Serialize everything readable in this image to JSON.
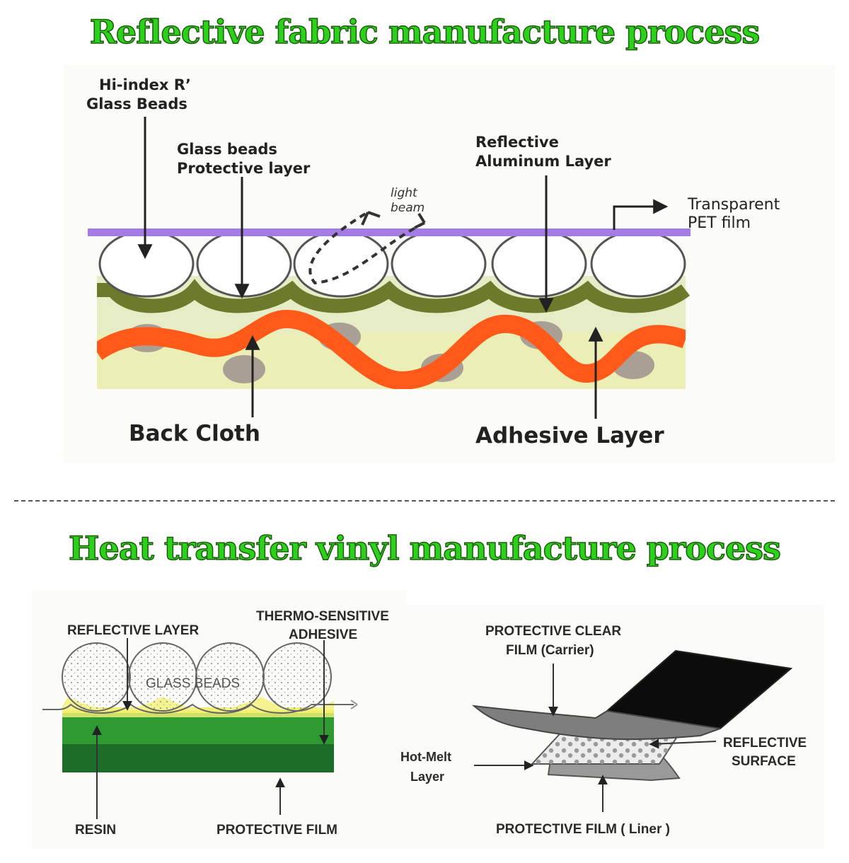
{
  "titles": {
    "reflective_fabric": "Reflective fabric manufacture process",
    "heat_transfer_vinyl": "Heat transfer vinyl manufacture process"
  },
  "diagram1": {
    "hi_index_line1": "Hi-index R’",
    "hi_index_line2": "Glass Beads",
    "protective_line1": "Glass beads",
    "protective_line2": "Protective layer",
    "light_line1": "light",
    "light_line2": "beam",
    "aluminum_line1": "Reflective",
    "aluminum_line2": "Aluminum Layer",
    "pet_line1": "Transparent",
    "pet_line2": "PET film",
    "back_cloth": "Back Cloth",
    "adhesive": "Adhesive Layer"
  },
  "diagram2": {
    "reflective_layer": "REFLECTIVE LAYER",
    "thermo_line1": "THERMO-SENSITIVE",
    "thermo_line2": "ADHESIVE",
    "glass_beads": "GLASS BEADS",
    "resin": "RESIN",
    "protective_film": "PROTECTIVE FILM"
  },
  "diagram3": {
    "clear_line1": "PROTECTIVE CLEAR",
    "clear_line2": "FILM (Carrier)",
    "hotmelt_line1": "Hot-Melt",
    "hotmelt_line2": "Layer",
    "surface_line1": "REFLECTIVE",
    "surface_line2": "SURFACE",
    "liner": "PROTECTIVE FILM ( Liner )"
  },
  "colors": {
    "title_fill": "#2bd11a",
    "title_outline": "#1e5b0f",
    "pet_film": "#a57be6",
    "aluminum_layer": "#6d7a2c",
    "back_cloth": "#ff5a1a",
    "base_fill": "#e6ecc6",
    "grey_dots": "#a99f94",
    "resin_yellow": "#f4f07a",
    "green_light": "#2f9a32",
    "green_dark": "#1d6d2a"
  }
}
